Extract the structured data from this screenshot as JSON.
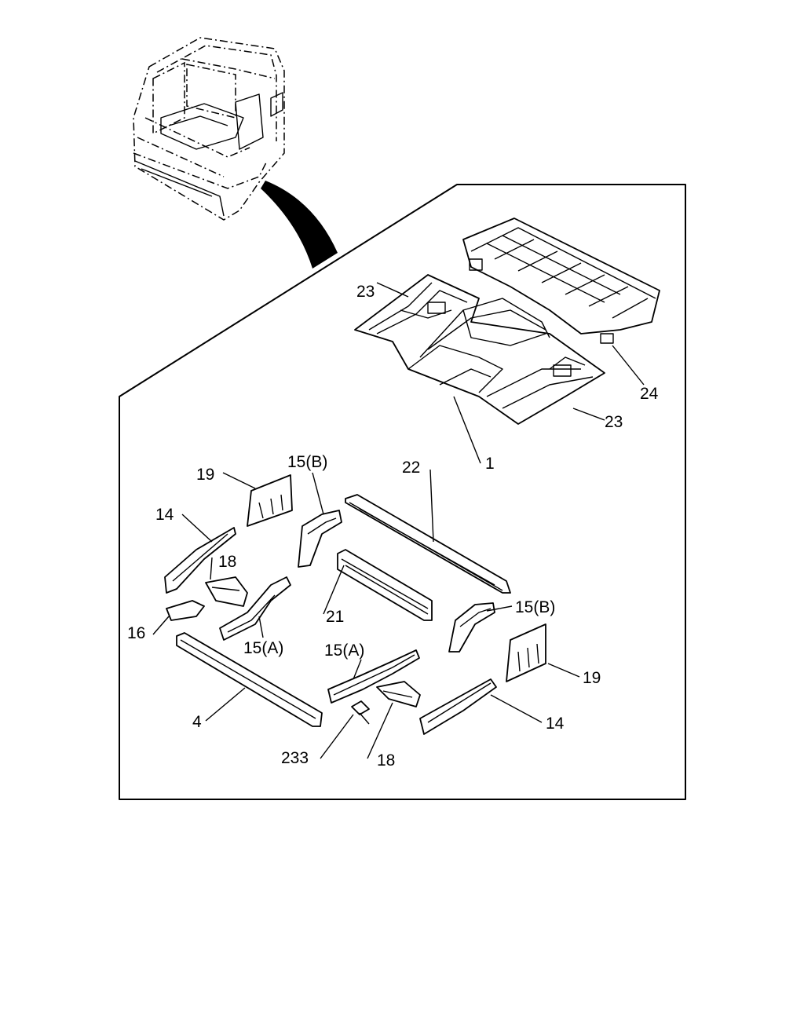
{
  "diagram": {
    "callouts": {
      "c23_top": "23",
      "c24": "24",
      "c23_right": "23",
      "c1": "1",
      "c22": "22",
      "c15b_top": "15(B)",
      "c19_top": "19",
      "c14_left": "14",
      "c18_left": "18",
      "c16": "16",
      "c15a_left": "15(A)",
      "c21": "21",
      "c15b_right": "15(B)",
      "c19_right": "19",
      "c15a_mid": "15(A)",
      "c4": "4",
      "c14_right": "14",
      "c233": "233",
      "c18_bottom": "18"
    }
  }
}
